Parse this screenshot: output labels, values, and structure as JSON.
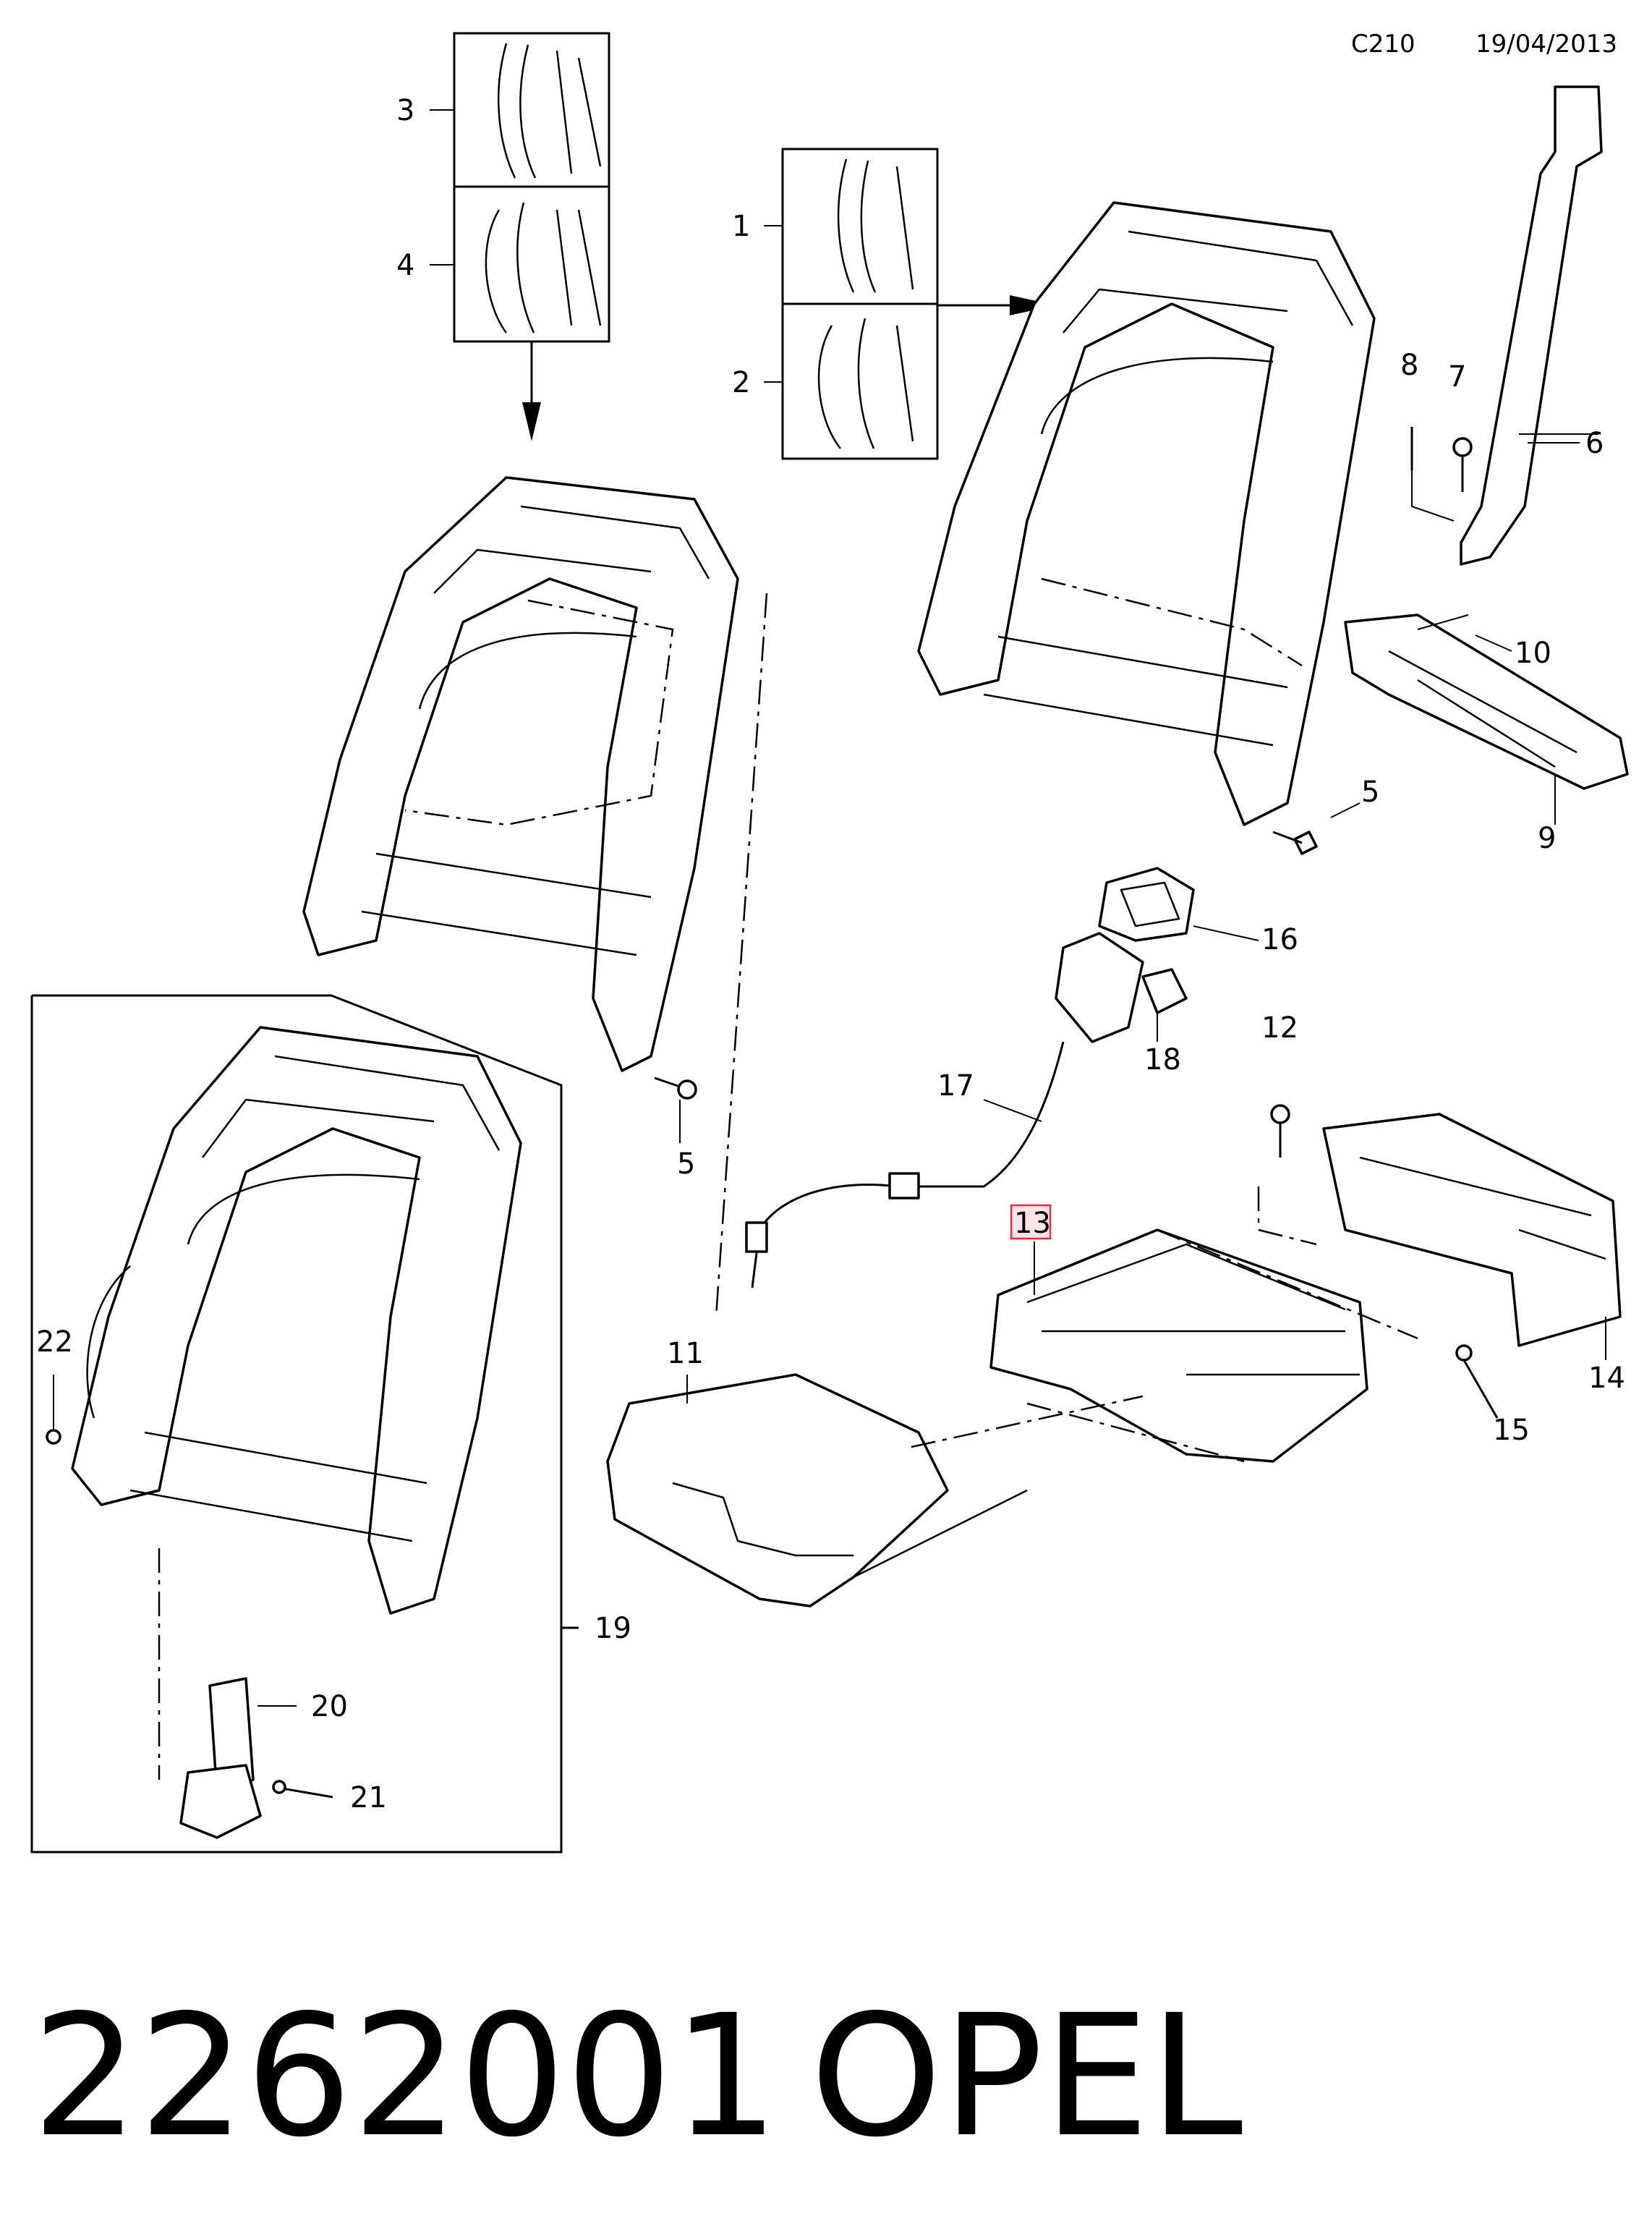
{
  "header": {
    "code": "C210",
    "date": "19/04/2013"
  },
  "footer": {
    "part_number": "2262001",
    "brand": "OPEL"
  },
  "callouts": [
    "1",
    "2",
    "3",
    "4",
    "5",
    "6",
    "7",
    "8",
    "9",
    "10",
    "11",
    "12",
    "13",
    "14",
    "15",
    "16",
    "17",
    "18",
    "19",
    "20",
    "21",
    "22"
  ],
  "highlight_color": "#e0303c",
  "highlight_fill": "#fde3e6"
}
